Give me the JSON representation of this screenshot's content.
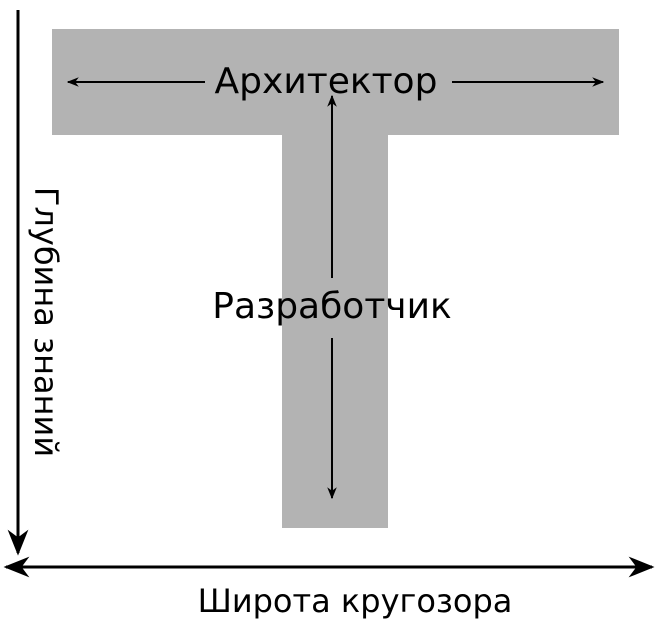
{
  "diagram": {
    "top_role": "Архитектор",
    "stem_role": "Разработчик",
    "vertical_axis_label": "Глубина знаний",
    "horizontal_axis_label": "Широта кругозора"
  },
  "colors": {
    "shape_fill": "#b3b3b3",
    "stroke": "#000000",
    "background": "#ffffff"
  }
}
